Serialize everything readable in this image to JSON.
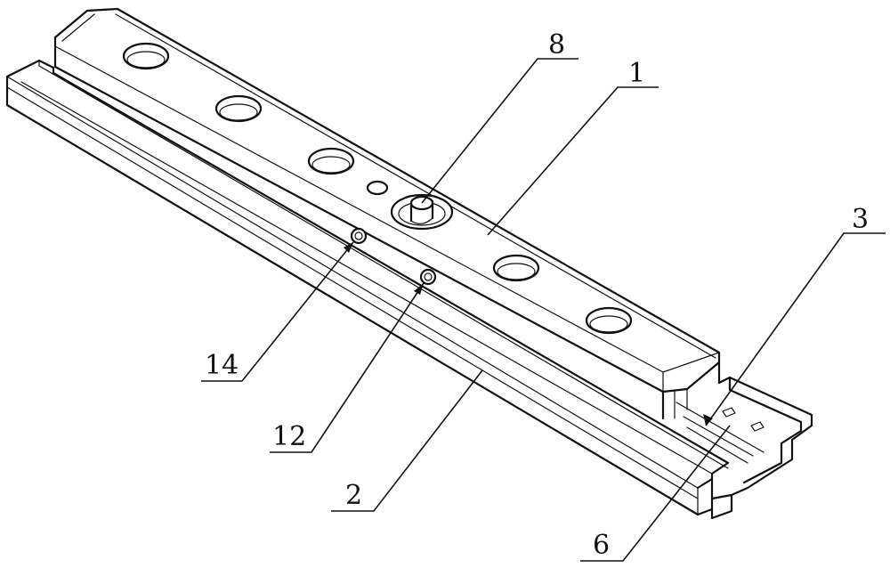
{
  "callouts": {
    "c1": "1",
    "c2": "2",
    "c3": "3",
    "c6": "6",
    "c8": "8",
    "c12": "12",
    "c14": "14"
  }
}
